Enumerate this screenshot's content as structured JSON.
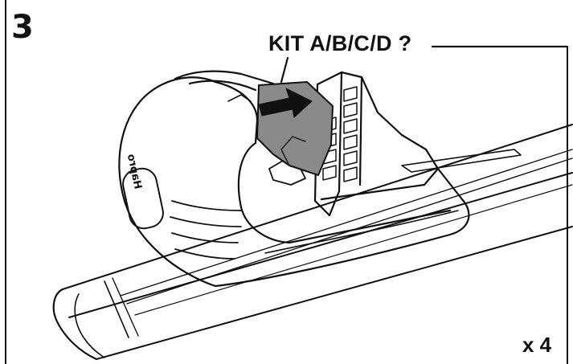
{
  "step": {
    "number": "3"
  },
  "callout": {
    "text": "KIT A/B/C/D ?"
  },
  "quantity": {
    "text": "x 4"
  },
  "brand": {
    "text": "Hapro"
  },
  "colors": {
    "line": "#111111",
    "part_fill": "#8a8a8a",
    "arrow": "#111111"
  }
}
